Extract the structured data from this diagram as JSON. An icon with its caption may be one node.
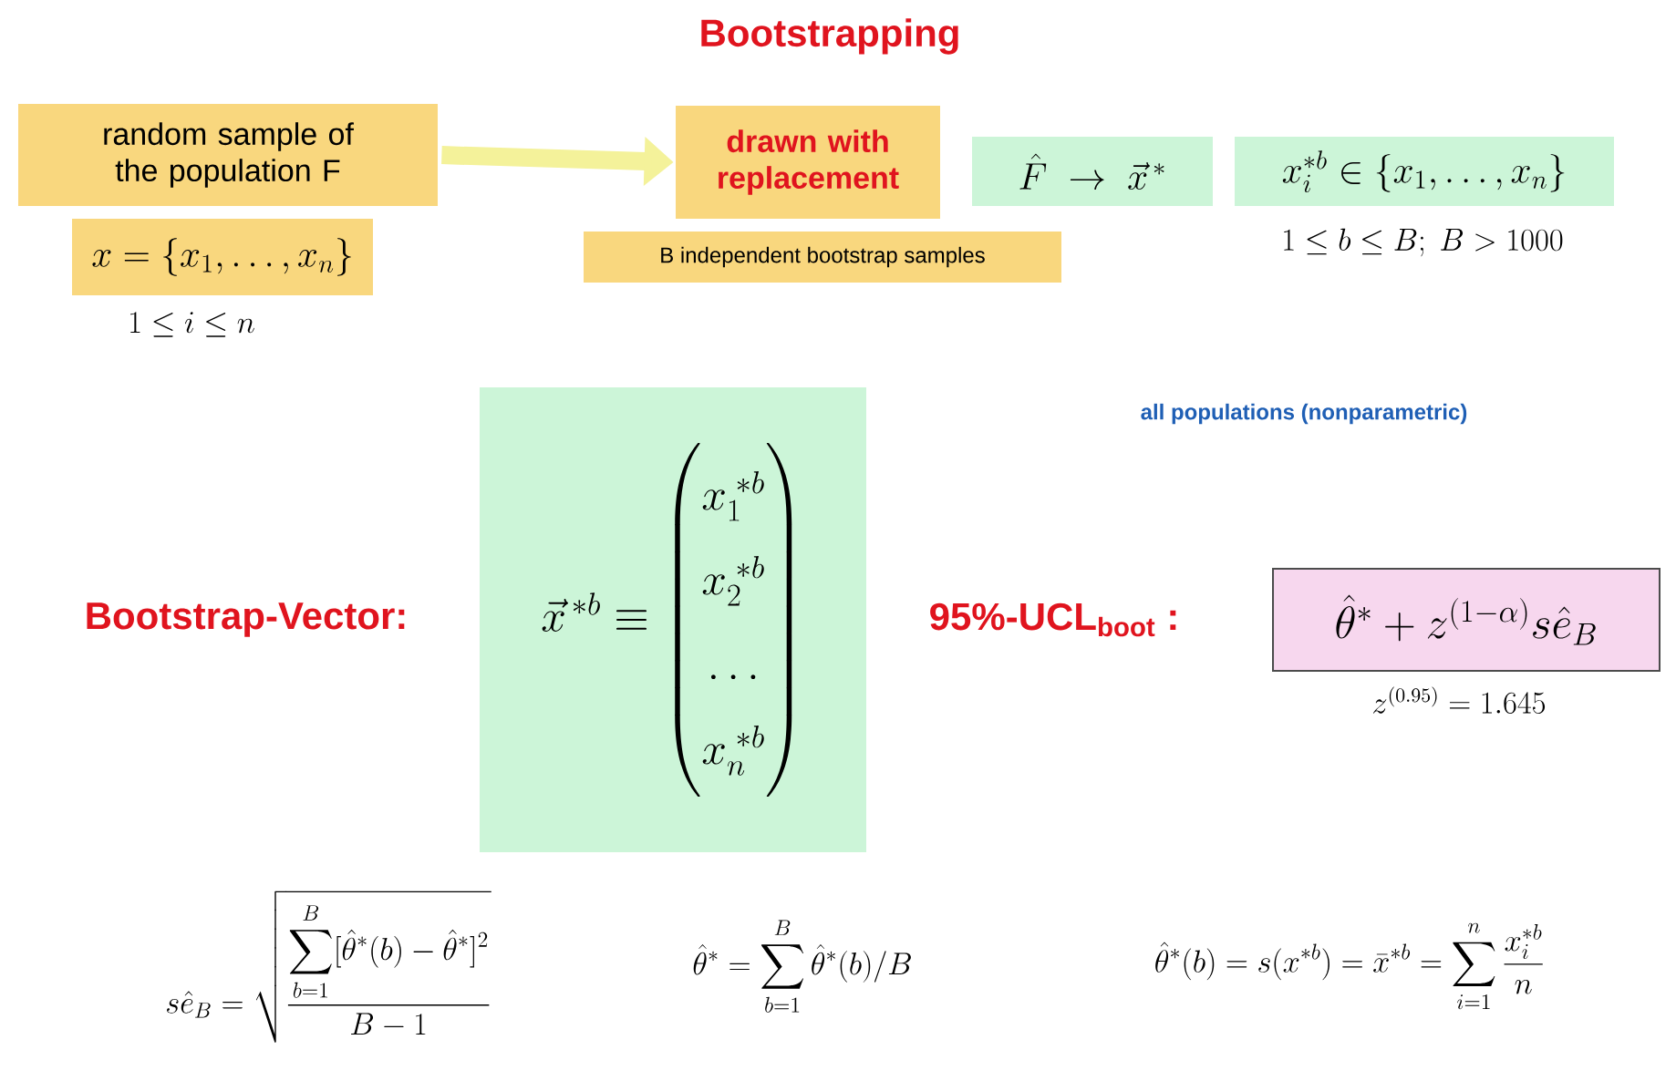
{
  "diagram": {
    "title": "Bootstrapping",
    "nodes": [
      {
        "text": [
          "random sample of the population F"
        ]
      },
      {
        "text": [
          "x = \\{x_1, \\ldots, x_n\\}"
        ],
        "beside": [
          "1 \\le i \\le n"
        ]
      },
      {
        "text": [
          "drawn with replacement"
        ]
      },
      {
        "text": [
          "B independent bootstrap samples"
        ]
      },
      {
        "text": [
          "\\hat{F} \\;\\to\\; \\vec{x}^{\\,*}"
        ]
      },
      {
        "text": [
          "x_i^{*b} \\in \\{x_1, \\ldots, x_n\\}"
        ],
        "beside": [
          "1 \\le b \\le B;\\ B > 1000"
        ]
      },
      {
        "text": [
          "\\vec{x}^{\\,*b} \\equiv \\begin{pmatrix} x_1^{\\;*b} \\\\ x_2^{\\;*b} \\\\ \\ldots \\\\ x_n^{\\;*b} \\end{pmatrix}"
        ]
      },
      {
        "text": [
          "\\hat{\\theta}^* + z^{(1-\\alpha)} s\\hat{e}_B"
        ],
        "beside": [
          "z^{(0.95)} = 1.645"
        ]
      }
    ],
    "edges": [
      {
        "from": 0,
        "to": 2,
        "arrow": "to"
      }
    ],
    "labels": [
      "all populations (nonparametric)",
      "Bootstrap-Vector:",
      "95%-UCL$_{boot}$ :",
      "s\\hat{e}_B = \\sqrt{\\frac{\\displaystyle\\sum_{b=1}^{B} [\\hat{\\theta}^*(b) - \\hat{\\theta}^*]^2}{B-1}}",
      "\\hat{\\theta}^* = \\sum_{b=1}^{B} \\hat{\\theta}^*(b) / B",
      "\\hat{\\theta}^*(b) = s(x^{*b}) = \\bar{x}^{*b} = \\sum_{i=1}^{n} \\frac{x_i^{*b}}{n}"
    ]
  }
}
